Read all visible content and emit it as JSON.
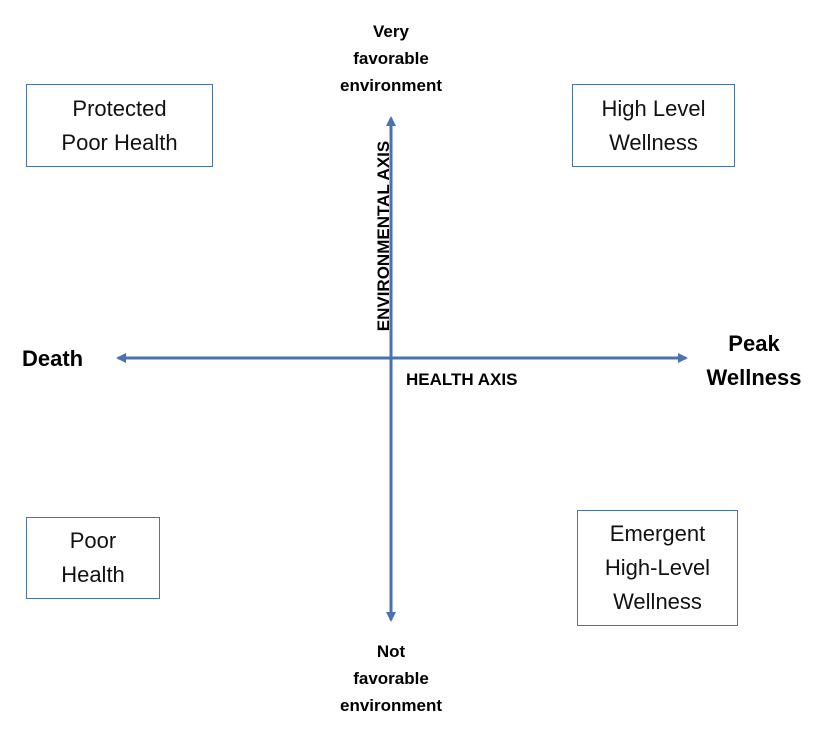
{
  "diagram": {
    "colors": {
      "axis": "#4a72b0",
      "box_border": "#4a72b0",
      "text": "#000000"
    },
    "vertical_axis": {
      "title": "ENVIRONMENTAL AXIS",
      "top_label": "Very\nfavorable\nenvironment",
      "bottom_label": "Not\nfavorable\nenvironment"
    },
    "horizontal_axis": {
      "title": "HEALTH AXIS",
      "left_label": "Death",
      "right_label": "Peak\nWellness"
    },
    "quadrants": {
      "top_left": "Protected\nPoor Health",
      "top_right": "High Level\nWellness",
      "bottom_left": "Poor\nHealth",
      "bottom_right": "Emergent\nHigh-Level\nWellness"
    }
  }
}
